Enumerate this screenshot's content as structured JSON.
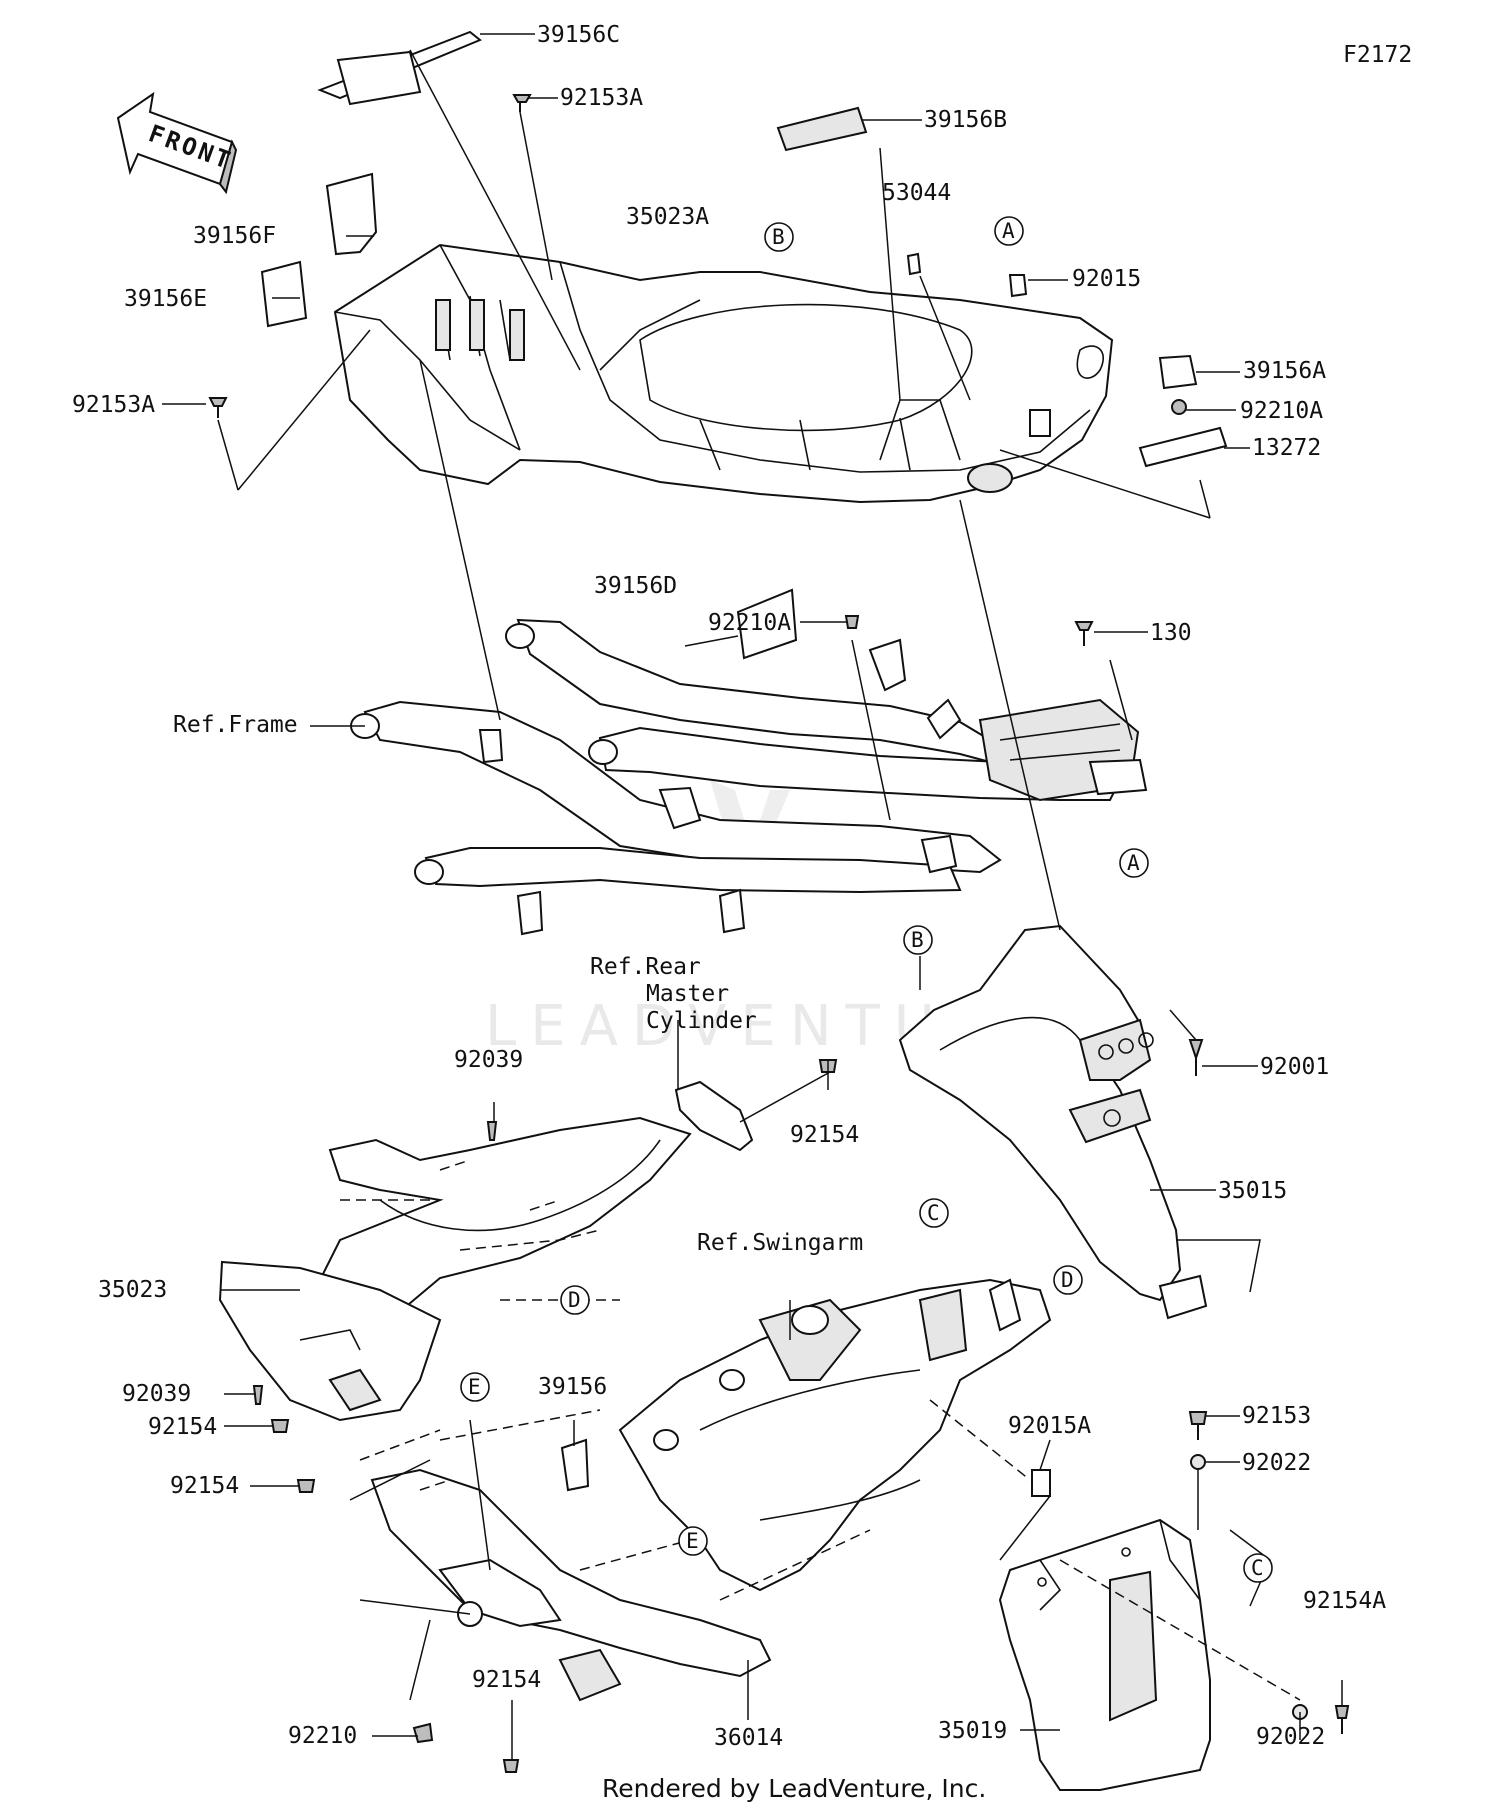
{
  "diagram_code": "F2172",
  "front_label": "FRONT",
  "footer": "Rendered by LeadVenture, Inc.",
  "watermark": "LEADVENTURE",
  "part_labels": {
    "p39156C": "39156C",
    "p92153A_top": "92153A",
    "p39156B": "39156B",
    "p39156F": "39156F",
    "p35023A": "35023A",
    "p53044": "53044",
    "p92015": "92015",
    "p39156E": "39156E",
    "p39156A": "39156A",
    "p92153A_left": "92153A",
    "p92210A_right": "92210A",
    "p13272": "13272",
    "p39156D": "39156D",
    "p92210A_mid": "92210A",
    "p130": "130",
    "ref_frame": "Ref.Frame",
    "ref_rear_master_cylinder_1": "Ref.Rear",
    "ref_rear_master_cylinder_2": "Master",
    "ref_rear_master_cylinder_3": "Cylinder",
    "p92039_top": "92039",
    "p92001": "92001",
    "p92154_top": "92154",
    "p35015": "35015",
    "ref_swingarm": "Ref.Swingarm",
    "p35023": "35023",
    "p92039_left": "92039",
    "p92154_left1": "92154",
    "p92154_left2": "92154",
    "p39156": "39156",
    "p92153": "92153",
    "p92015A": "92015A",
    "p92022_top": "92022",
    "p92154A": "92154A",
    "p92210": "92210",
    "p92154_bottom": "92154",
    "p36014": "36014",
    "p35019": "35019",
    "p92022_bottom": "92022"
  },
  "callouts": {
    "A_top": "A",
    "B_top": "B",
    "A_mid": "A",
    "B_mid": "B",
    "C_top": "C",
    "D_right": "D",
    "D_left": "D",
    "E_left": "E",
    "E_mid": "E",
    "C_bottom": "C"
  }
}
